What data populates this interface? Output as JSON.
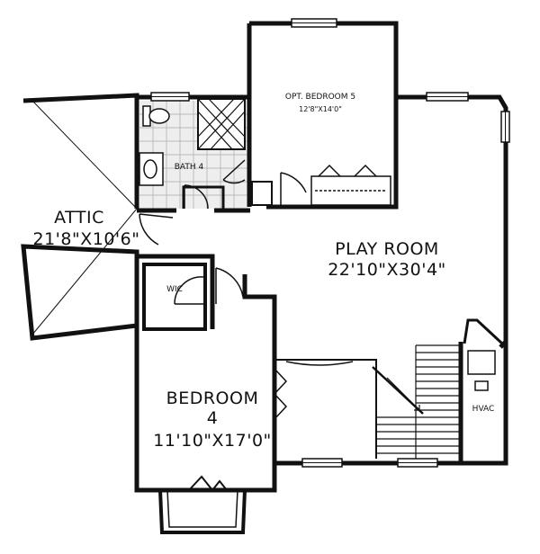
{
  "colors": {
    "wall": "#111111",
    "floor": "#ffffff",
    "tile": "#dddddd"
  },
  "rooms": {
    "attic": {
      "name": "ATTIC",
      "size": "21'8\"X10'6\""
    },
    "bath": {
      "name": "BATH 4"
    },
    "bedroom5": {
      "name": "OPT. BEDROOM 5",
      "size": "12'8\"X14'0\""
    },
    "playroom": {
      "name": "PLAY ROOM",
      "size": "22'10\"X30'4\""
    },
    "wic": {
      "name": "WIC"
    },
    "bedroom4": {
      "name": "BEDROOM",
      "number": "4",
      "size": "11'10\"X17'0\""
    },
    "hvac": {
      "name": "HVAC"
    }
  }
}
